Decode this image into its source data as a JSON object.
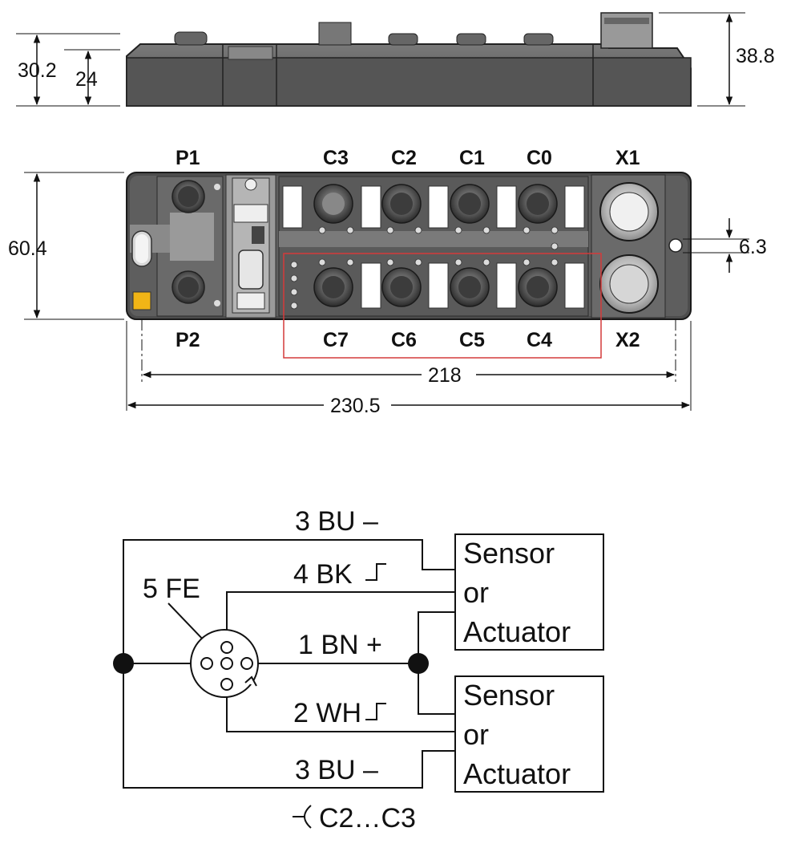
{
  "side_view": {
    "dim_total_height": "30.2",
    "dim_body_height": "24",
    "dim_x1_height": "38.8"
  },
  "top_view": {
    "port_p1": "P1",
    "port_p2": "P2",
    "port_x1": "X1",
    "port_x2": "X2",
    "ports_top": [
      "C3",
      "C2",
      "C1",
      "C0"
    ],
    "ports_bottom": [
      "C7",
      "C6",
      "C5",
      "C4"
    ],
    "dim_height": "60.4",
    "dim_hole": "6.3",
    "dim_hole_spacing": "218",
    "dim_width": "230.5",
    "highlight_color": "#d43a3a"
  },
  "wiring": {
    "pin3_top": "3 BU –",
    "pin4": "4 BK",
    "pin5": "5 FE",
    "pin1": "1 BN +",
    "pin2": "2 WH",
    "pin3_bottom": "3 BU –",
    "device_top": [
      "Sensor",
      "or",
      "Actuator"
    ],
    "device_bottom": [
      "Sensor",
      "or",
      "Actuator"
    ],
    "caption": "C2…C3"
  }
}
